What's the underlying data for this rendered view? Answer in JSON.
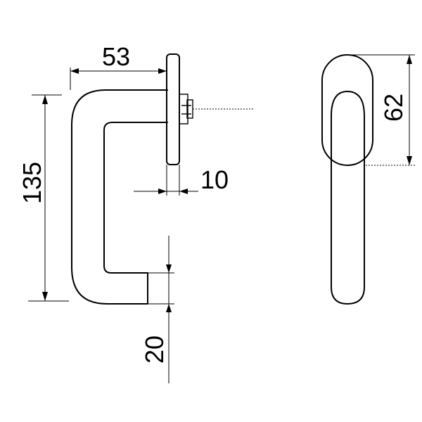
{
  "dimensions": {
    "width_top": "53",
    "height_total": "135",
    "rosette_thickness": "10",
    "grip_end": "20",
    "rosette_height": "62"
  }
}
